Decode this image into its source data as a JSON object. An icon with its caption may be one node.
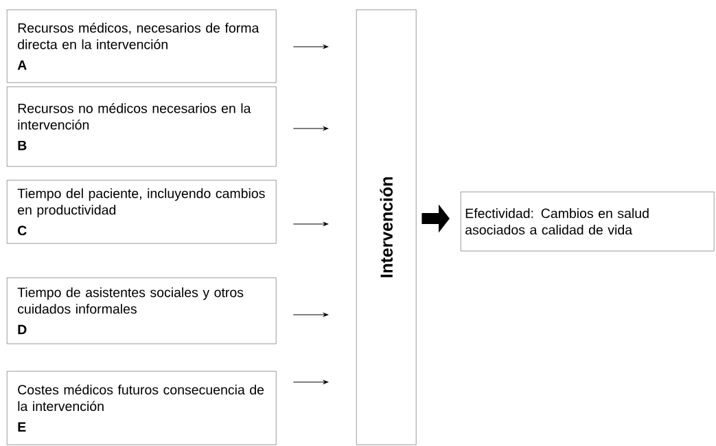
{
  "diagram": {
    "nodes": [
      {
        "text": [
          "Recursos médicos, necesarios de forma directa en la intervención",
          "A"
        ]
      },
      {
        "text": [
          "Recursos no médicos necesarios en la intervención",
          "B"
        ]
      },
      {
        "text": [
          "Tiempo del paciente, incluyendo cambios en productividad",
          "C"
        ]
      },
      {
        "text": [
          "Tiempo de asistentes sociales y otros cuidados informales",
          "D"
        ]
      },
      {
        "text": [
          "Costes médicos futuros consecuencia de la intervención",
          "E"
        ]
      },
      {
        "text": [
          "Intervención"
        ]
      },
      {
        "text": [
          "Efectividad: Cambios en salud asociados a calidad de vida"
        ]
      }
    ],
    "edges": [
      {
        "from": 0,
        "to": 5,
        "arrow": "to"
      },
      {
        "from": 1,
        "to": 5,
        "arrow": "to"
      },
      {
        "from": 2,
        "to": 5,
        "arrow": "to"
      },
      {
        "from": 3,
        "to": 5,
        "arrow": "to"
      },
      {
        "from": 4,
        "to": 5,
        "arrow": "to"
      },
      {
        "from": 5,
        "to": 6,
        "arrow": "to",
        "style": "thick"
      }
    ]
  }
}
